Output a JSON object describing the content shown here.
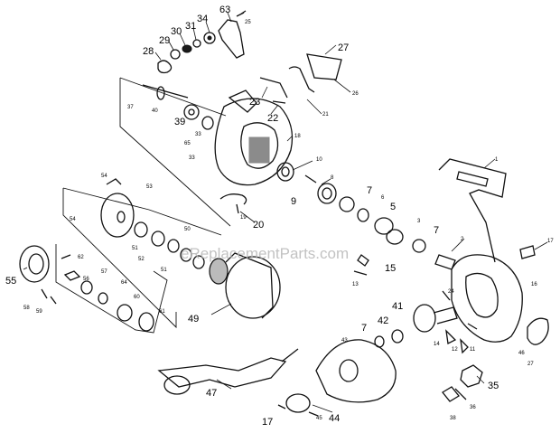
{
  "watermark": "eReplacementParts.com",
  "callouts": [
    {
      "id": "c63",
      "text": "63",
      "size": "big"
    },
    {
      "id": "c25",
      "text": "25",
      "size": "small"
    },
    {
      "id": "c34",
      "text": "34",
      "size": "big"
    },
    {
      "id": "c31",
      "text": "31",
      "size": "big"
    },
    {
      "id": "c30",
      "text": "30",
      "size": "big"
    },
    {
      "id": "c29",
      "text": "29",
      "size": "big"
    },
    {
      "id": "c28",
      "text": "28",
      "size": "big"
    },
    {
      "id": "c27a",
      "text": "27",
      "size": "big"
    },
    {
      "id": "c26",
      "text": "26",
      "size": "small"
    },
    {
      "id": "c37",
      "text": "37",
      "size": "small"
    },
    {
      "id": "c40",
      "text": "40",
      "size": "small"
    },
    {
      "id": "c39",
      "text": "39",
      "size": "big"
    },
    {
      "id": "c23",
      "text": "23",
      "size": "big"
    },
    {
      "id": "c22",
      "text": "22",
      "size": "big"
    },
    {
      "id": "c21",
      "text": "21",
      "size": "small"
    },
    {
      "id": "c33a",
      "text": "33",
      "size": "small"
    },
    {
      "id": "c65",
      "text": "65",
      "size": "small"
    },
    {
      "id": "c33b",
      "text": "33",
      "size": "small"
    },
    {
      "id": "c18",
      "text": "18",
      "size": "small"
    },
    {
      "id": "c10",
      "text": "10",
      "size": "small"
    },
    {
      "id": "c8",
      "text": "8",
      "size": "small"
    },
    {
      "id": "c9",
      "text": "9",
      "size": "big"
    },
    {
      "id": "c7a",
      "text": "7",
      "size": "big"
    },
    {
      "id": "c6",
      "text": "6",
      "size": "small"
    },
    {
      "id": "c5",
      "text": "5",
      "size": "big"
    },
    {
      "id": "c1",
      "text": "1",
      "size": "small"
    },
    {
      "id": "c54a",
      "text": "54",
      "size": "small"
    },
    {
      "id": "c53",
      "text": "53",
      "size": "small"
    },
    {
      "id": "c54b",
      "text": "54",
      "size": "small"
    },
    {
      "id": "c50",
      "text": "50",
      "size": "small"
    },
    {
      "id": "c51a",
      "text": "51",
      "size": "small"
    },
    {
      "id": "c52",
      "text": "52",
      "size": "small"
    },
    {
      "id": "c51b",
      "text": "51",
      "size": "small"
    },
    {
      "id": "c19",
      "text": "19",
      "size": "small"
    },
    {
      "id": "c20",
      "text": "20",
      "size": "big"
    },
    {
      "id": "c3",
      "text": "3",
      "size": "small"
    },
    {
      "id": "c7b",
      "text": "7",
      "size": "big"
    },
    {
      "id": "c2",
      "text": "2",
      "size": "small"
    },
    {
      "id": "c17a",
      "text": "17",
      "size": "small"
    },
    {
      "id": "c55",
      "text": "55",
      "size": "big"
    },
    {
      "id": "c62",
      "text": "62",
      "size": "small"
    },
    {
      "id": "c56",
      "text": "56",
      "size": "small"
    },
    {
      "id": "c57",
      "text": "57",
      "size": "small"
    },
    {
      "id": "c58",
      "text": "58",
      "size": "small"
    },
    {
      "id": "c59",
      "text": "59",
      "size": "small"
    },
    {
      "id": "c64",
      "text": "64",
      "size": "small"
    },
    {
      "id": "c60",
      "text": "60",
      "size": "small"
    },
    {
      "id": "c61",
      "text": "61",
      "size": "small"
    },
    {
      "id": "c49",
      "text": "49",
      "size": "big"
    },
    {
      "id": "c15",
      "text": "15",
      "size": "big"
    },
    {
      "id": "c13",
      "text": "13",
      "size": "small"
    },
    {
      "id": "c16",
      "text": "16",
      "size": "small"
    },
    {
      "id": "c24",
      "text": "24",
      "size": "small"
    },
    {
      "id": "c41",
      "text": "41",
      "size": "big"
    },
    {
      "id": "c42",
      "text": "42",
      "size": "big"
    },
    {
      "id": "c7c",
      "text": "7",
      "size": "big"
    },
    {
      "id": "c14",
      "text": "14",
      "size": "small"
    },
    {
      "id": "c12",
      "text": "12",
      "size": "small"
    },
    {
      "id": "c11",
      "text": "11",
      "size": "small"
    },
    {
      "id": "c43",
      "text": "43",
      "size": "small"
    },
    {
      "id": "c46",
      "text": "46",
      "size": "small"
    },
    {
      "id": "c27b",
      "text": "27",
      "size": "small"
    },
    {
      "id": "c35",
      "text": "35",
      "size": "big"
    },
    {
      "id": "c47",
      "text": "47",
      "size": "big"
    },
    {
      "id": "c17b",
      "text": "17",
      "size": "big"
    },
    {
      "id": "c45",
      "text": "45",
      "size": "small"
    },
    {
      "id": "c44",
      "text": "44",
      "size": "big"
    },
    {
      "id": "c38",
      "text": "38",
      "size": "small"
    },
    {
      "id": "c36",
      "text": "36",
      "size": "small"
    }
  ]
}
